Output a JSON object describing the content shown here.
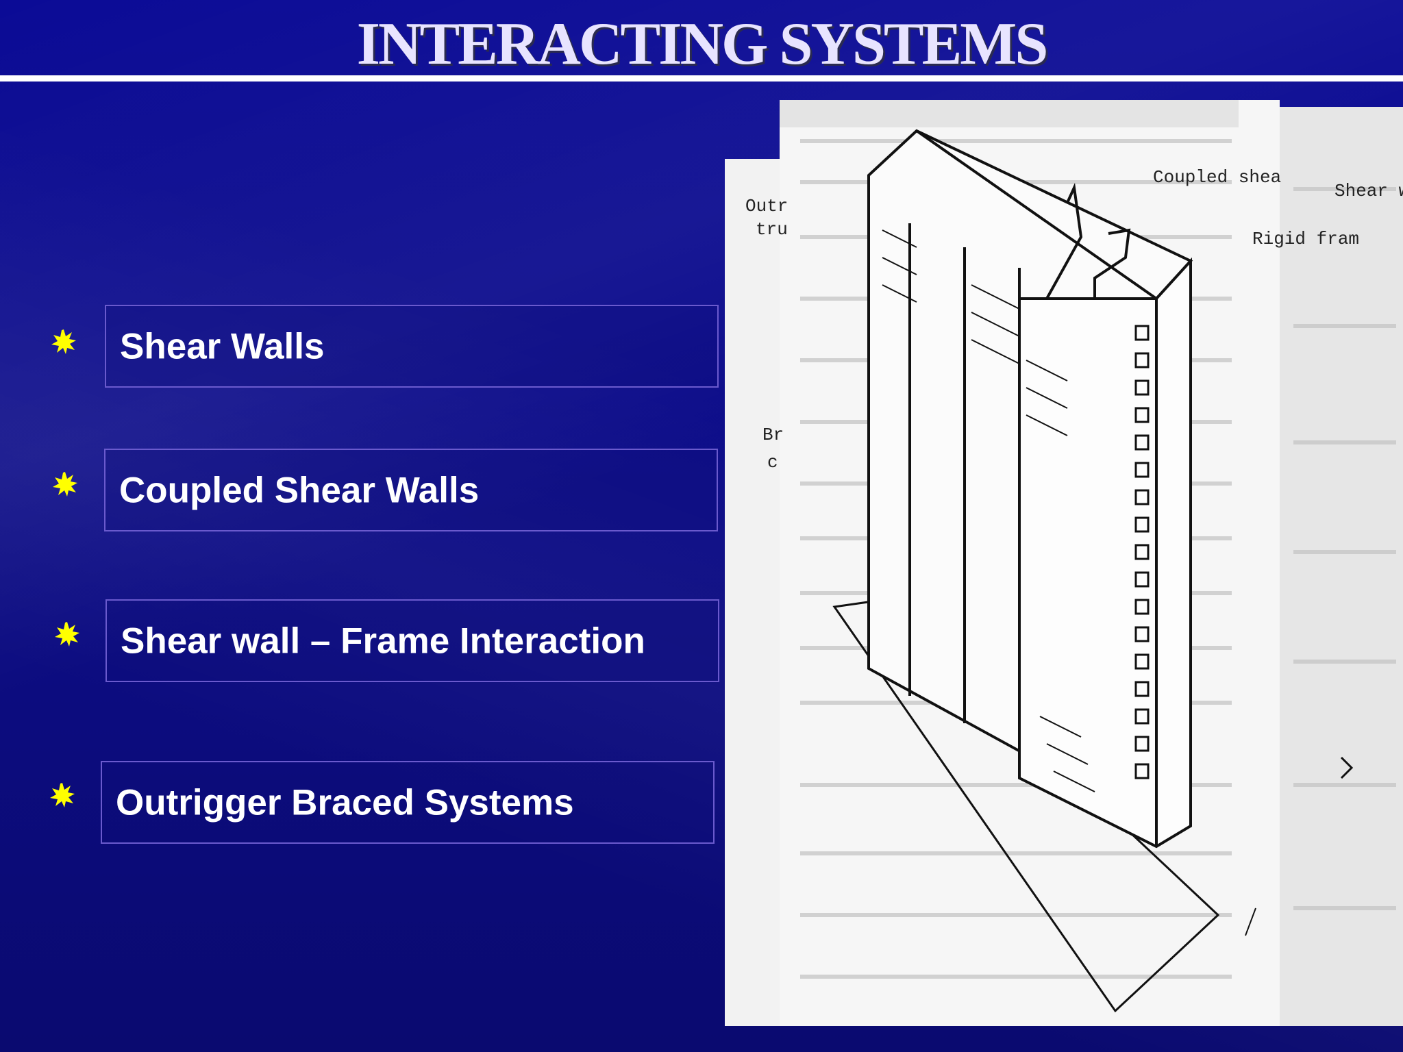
{
  "slide": {
    "title": "INTERACTING SYSTEMS",
    "bullets": [
      {
        "label": "Shear Walls"
      },
      {
        "label": "Coupled Shear Walls"
      },
      {
        "label": "Shear wall – Frame Interaction"
      },
      {
        "label": "Outrigger Braced Systems"
      }
    ]
  },
  "figure": {
    "label_outrigger": "Outr",
    "label_outrigger_2": "tru",
    "label_coupled": "Coupled shea",
    "label_shear": "Shear w",
    "label_rigid": "Rigid fram",
    "label_braced": "Br",
    "label_braced_2": "c"
  },
  "colors": {
    "background": "#0c0c8c",
    "title": "#e8e4ff",
    "bullet_star": "#ffff00",
    "box_border": "#6a5acd"
  }
}
